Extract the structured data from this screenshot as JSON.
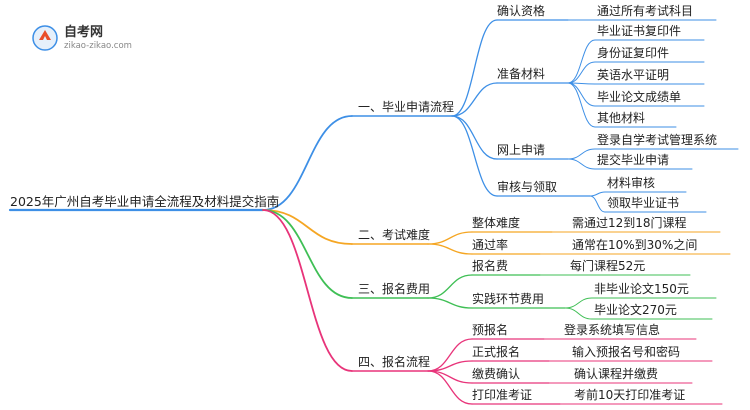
{
  "logo": {
    "title": "自考网",
    "subtitle": "zikao-zikao.com"
  },
  "colors": {
    "blue": "#3d8fe6",
    "orange": "#f5a623",
    "green": "#3fbf55",
    "pink": "#e8347a"
  },
  "root": "2025年广州自考毕业申请全流程及材料提交指南",
  "branches": [
    {
      "label": "一、毕业申请流程",
      "color": "blue",
      "children": [
        {
          "label": "确认资格",
          "children": [
            "通过所有考试科目"
          ]
        },
        {
          "label": "准备材料",
          "children": [
            "毕业证书复印件",
            "身份证复印件",
            "英语水平证明",
            "毕业论文成绩单",
            "其他材料"
          ]
        },
        {
          "label": "网上申请",
          "children": [
            "登录自学考试管理系统",
            "提交毕业申请"
          ]
        },
        {
          "label": "审核与领取",
          "children": [
            "材料审核",
            "领取毕业证书"
          ]
        }
      ]
    },
    {
      "label": "二、考试难度",
      "color": "orange",
      "children": [
        {
          "label": "整体难度",
          "children": [
            "需通过12到18门课程"
          ]
        },
        {
          "label": "通过率",
          "children": [
            "通常在10%到30%之间"
          ]
        }
      ]
    },
    {
      "label": "三、报名费用",
      "color": "green",
      "children": [
        {
          "label": "报名费",
          "children": [
            "每门课程52元"
          ]
        },
        {
          "label": "实践环节费用",
          "children": [
            "非毕业论文150元",
            "毕业论文270元"
          ]
        }
      ]
    },
    {
      "label": "四、报名流程",
      "color": "pink",
      "children": [
        {
          "label": "预报名",
          "children": [
            "登录系统填写信息"
          ]
        },
        {
          "label": "正式报名",
          "children": [
            "输入预报名号和密码"
          ]
        },
        {
          "label": "缴费确认",
          "children": [
            "确认课程并缴费"
          ]
        },
        {
          "label": "打印准考证",
          "children": [
            "考前10天打印准考证"
          ]
        }
      ]
    }
  ]
}
